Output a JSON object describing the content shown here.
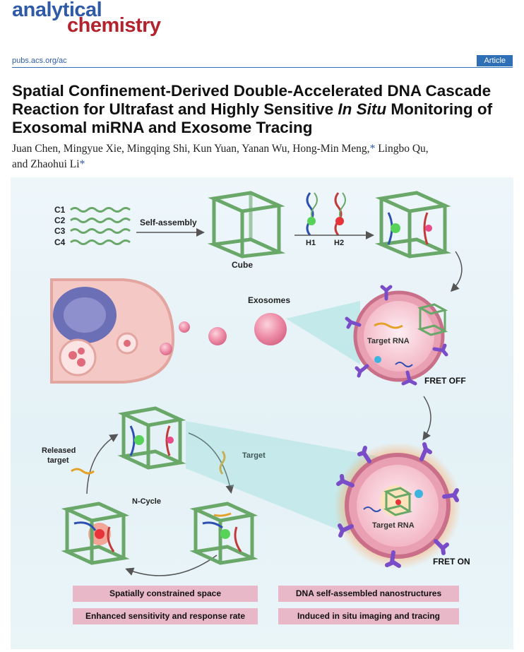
{
  "journal": {
    "name_line1": "analytical",
    "name_line2": "chemistry"
  },
  "header": {
    "url": "pubs.acs.org/ac",
    "article_type": "Article"
  },
  "paper": {
    "title_part1": "Spatial Confinement-Derived Double-Accelerated DNA Cascade Reaction for Ultrafast and Highly Sensitive ",
    "title_italic": "In Situ",
    "title_part2": " Monitoring of Exosomal miRNA and Exosome Tracing",
    "authors_line1": "Juan Chen, Mingyue Xie, Mingqing Shi, Kun Yuan, Yanan Wu, Hong-Min Meng,",
    "authors_star1": "*",
    "authors_after_star1": " Lingbo Qu,",
    "authors_line2": "and Zhaohui Li",
    "authors_star2": "*"
  },
  "figure": {
    "strands": [
      "C1",
      "C2",
      "C3",
      "C4"
    ],
    "self_assembly_label": "Self-assembly",
    "cube_label": "Cube",
    "hairpin1": "H1",
    "hairpin2": "H2",
    "exosomes_label": "Exosomes",
    "target_rna_top": "Target RNA",
    "fret_off": "FRET OFF",
    "released_target_1": "Released",
    "released_target_2": "target",
    "target_label": "Target",
    "ncycle_label": "N-Cycle",
    "target_rna_bottom": "Target RNA",
    "fret_on": "FRET ON",
    "feature_boxes": [
      "Spatially constrained space",
      "DNA self-assembled nanostructures",
      "Enhanced sensitivity and response rate",
      "Induced in situ imaging and tracing"
    ],
    "colors": {
      "dna_green": "#6aa86a",
      "exosome_pink": "#e98aa4",
      "receptor_purple": "#7a4cc8",
      "fret_glow": "#ff8a3d",
      "box_pink": "#e8b7c8"
    }
  }
}
